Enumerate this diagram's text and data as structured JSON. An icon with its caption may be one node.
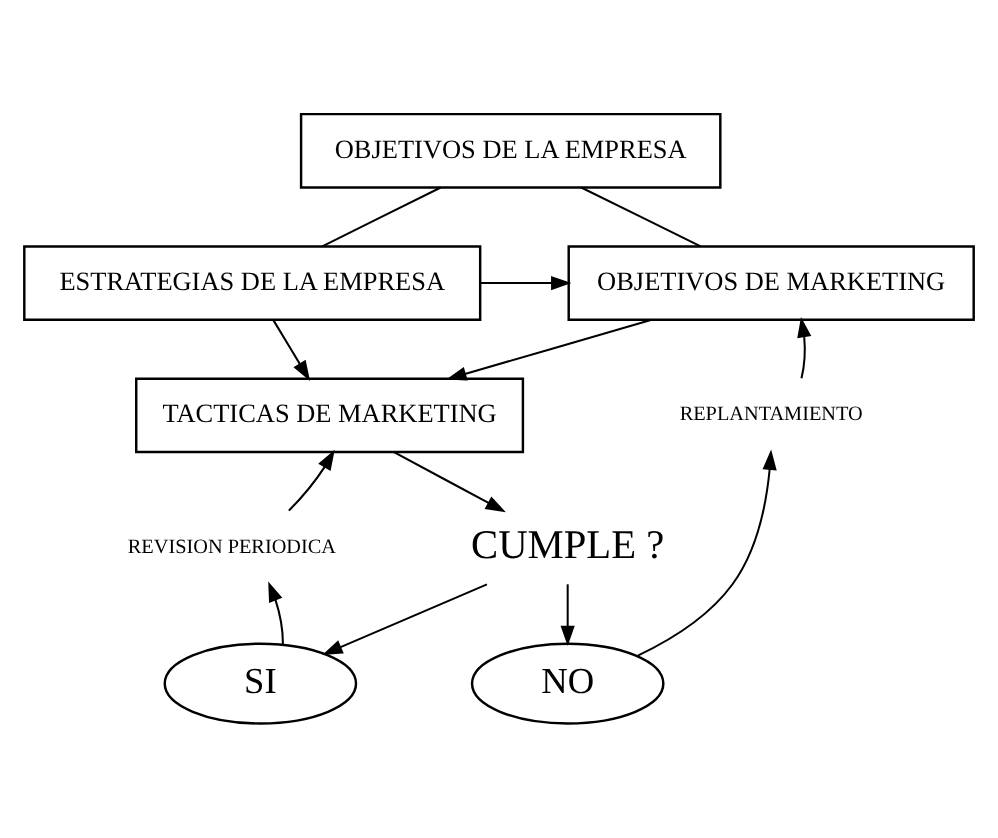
{
  "diagram": {
    "nodes": [
      {
        "text": [
          "OBJETIVOS DE LA EMPRESA"
        ]
      },
      {
        "text": [
          "ESTRATEGIAS DE LA EMPRESA"
        ]
      },
      {
        "text": [
          "OBJETIVOS DE MARKETING"
        ]
      },
      {
        "text": [
          "TACTICAS DE MARKETING"
        ]
      },
      {
        "text": [
          "CUMPLE ?"
        ]
      },
      {
        "text": [
          "SI"
        ]
      },
      {
        "text": [
          "NO"
        ]
      },
      {
        "text": [
          "REVISION PERIODICA"
        ]
      },
      {
        "text": [
          "REPLANTAMIENTO"
        ]
      }
    ],
    "edges": [
      {
        "from": 0,
        "to": 1,
        "arrow": "none"
      },
      {
        "from": 0,
        "to": 2,
        "arrow": "none"
      },
      {
        "from": 1,
        "to": 2,
        "arrow": "to"
      },
      {
        "from": 1,
        "to": 3,
        "arrow": "to"
      },
      {
        "from": 2,
        "to": 3,
        "arrow": "to"
      },
      {
        "from": 3,
        "to": 4,
        "arrow": "to"
      },
      {
        "from": 4,
        "to": 5,
        "arrow": "to"
      },
      {
        "from": 4,
        "to": 6,
        "arrow": "to"
      },
      {
        "from": 5,
        "to": 7,
        "arrow": "to"
      },
      {
        "from": 7,
        "to": 3,
        "arrow": "to"
      },
      {
        "from": 6,
        "to": 8,
        "arrow": "to"
      },
      {
        "from": 8,
        "to": 2,
        "arrow": "to"
      }
    ]
  }
}
